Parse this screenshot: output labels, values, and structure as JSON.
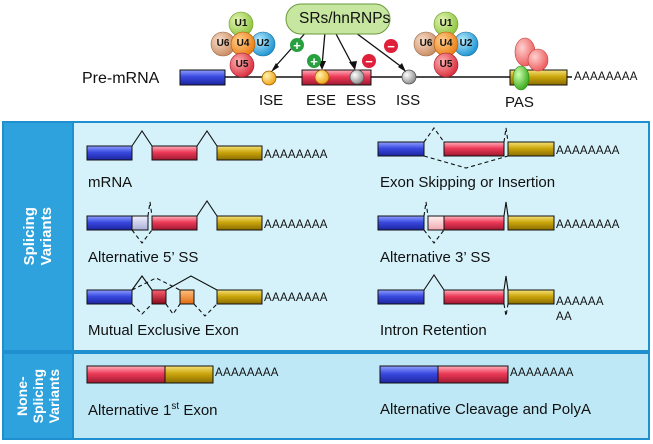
{
  "top": {
    "regulator": "SRs/hnRNPs",
    "premrna": "Pre-mRNA",
    "snrnps": [
      "U1",
      "U6",
      "U4",
      "U2",
      "U5"
    ],
    "elements": [
      "ISE",
      "ESE",
      "ESS",
      "ISS"
    ],
    "pas": "PAS",
    "polya": "AAAAAAAA",
    "plus": "+",
    "minus": "−"
  },
  "sections": {
    "splicing": "Splicing\nVariants",
    "nonsplicing": "None-\nSplicing\nVariants"
  },
  "variants": {
    "mrna": "mRNA",
    "exon_skip": "Exon Skipping or Insertion",
    "alt5": "Alternative 5’ SS",
    "alt3": "Alternative 3’ SS",
    "mutual": "Mutual Exclusive Exon",
    "intron": "Intron Retention",
    "alt_first": "Alternative 1",
    "alt_first_sup": "st",
    "alt_first_tail": " Exon",
    "alt_cleavage": "Alternative Cleavage and PolyA"
  },
  "polya": {
    "full": "AAAAAAAA",
    "intron_a": "AAAAAA",
    "intron_b": "AA"
  },
  "colors": {
    "blue": "#3340d8",
    "red": "#e53050",
    "gold": "#c9a408",
    "panel_light": "#d5f2fb",
    "panel_mid": "#bfe8f6",
    "panel_side": "#2ea2dc",
    "panel_border": "#1f8fd0",
    "green_bubble": "#c7e6a0",
    "u1": "#a4d35a",
    "u6": "#d8a07c",
    "u4": "#f0881e",
    "u2": "#2aa8e0",
    "u5": "#e8404c",
    "plus_color": "#28a040",
    "minus_color": "#e0203a",
    "pas_green": "#4cc030",
    "pas_pink": "#f07070"
  }
}
